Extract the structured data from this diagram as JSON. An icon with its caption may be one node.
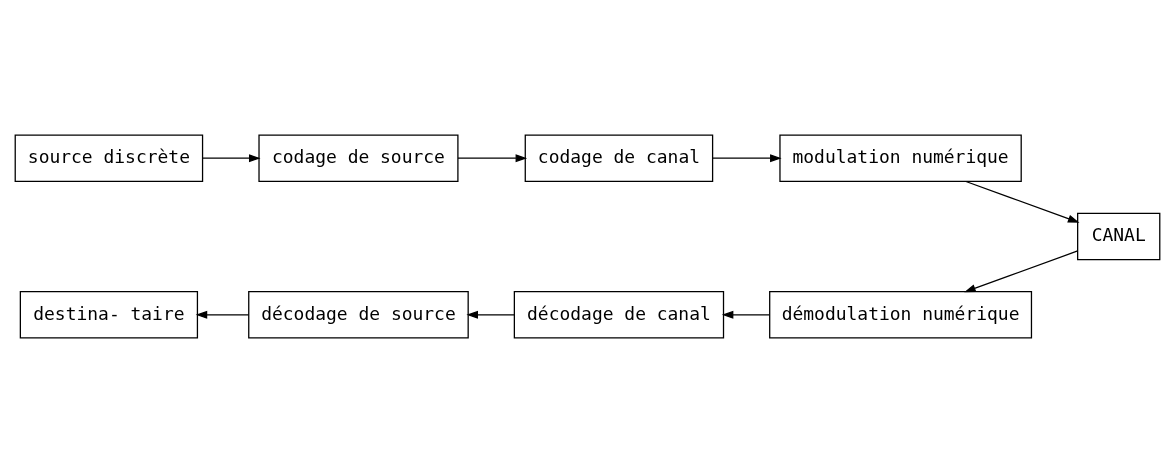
{
  "diagram": {
    "nodes": [
      {
        "text": [
          "source discrète"
        ]
      },
      {
        "text": [
          "codage de source"
        ]
      },
      {
        "text": [
          "codage de canal"
        ]
      },
      {
        "text": [
          "modulation numérique"
        ]
      },
      {
        "text": [
          "CANAL"
        ]
      },
      {
        "text": [
          "démodulation numérique"
        ]
      },
      {
        "text": [
          "décodage de canal"
        ]
      },
      {
        "text": [
          "décodage de source"
        ]
      },
      {
        "text": [
          "destina- taire"
        ]
      }
    ],
    "edges": [
      {
        "from": 0,
        "to": 1,
        "arrow": "to"
      },
      {
        "from": 1,
        "to": 2,
        "arrow": "to"
      },
      {
        "from": 2,
        "to": 3,
        "arrow": "to"
      },
      {
        "from": 3,
        "to": 4,
        "arrow": "to"
      },
      {
        "from": 4,
        "to": 5,
        "arrow": "to"
      },
      {
        "from": 5,
        "to": 6,
        "arrow": "to"
      },
      {
        "from": 6,
        "to": 7,
        "arrow": "to"
      },
      {
        "from": 7,
        "to": 8,
        "arrow": "to"
      }
    ]
  }
}
